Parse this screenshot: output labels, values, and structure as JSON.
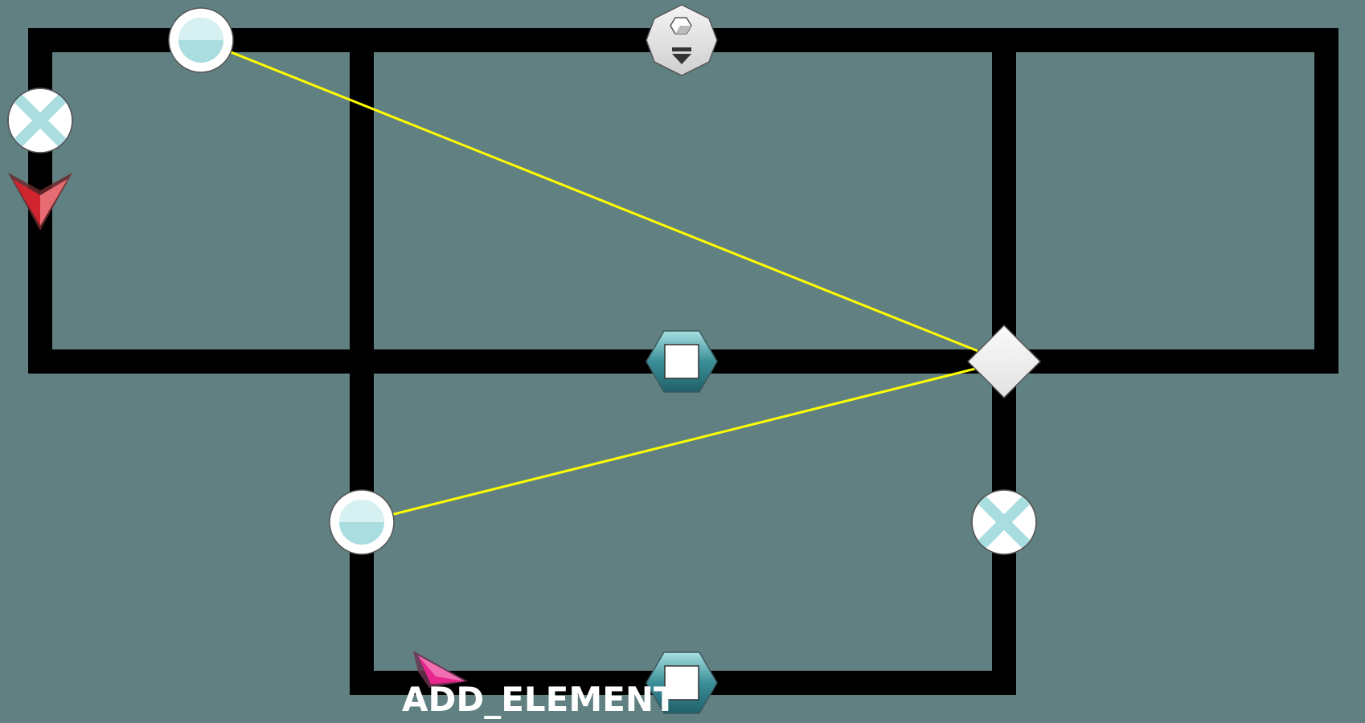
{
  "board": {
    "background_color": "#618081",
    "track_color": "#000000",
    "connection_color": "#ffff00"
  },
  "pieces": [
    {
      "name": "pearl-node",
      "kind": "circle-source"
    },
    {
      "name": "pearl-node",
      "kind": "circle-source"
    },
    {
      "name": "cross-node",
      "kind": "cross-switch"
    },
    {
      "name": "cross-node",
      "kind": "cross-switch"
    },
    {
      "name": "dispenser-node",
      "kind": "heptagon-dispenser"
    },
    {
      "name": "cube-hex-node",
      "kind": "hexagon-cube"
    },
    {
      "name": "cube-hex-node",
      "kind": "hexagon-cube"
    },
    {
      "name": "diamond-hub",
      "kind": "diamond-target"
    }
  ],
  "markers": {
    "red_marker": "#d0242f",
    "pink_cursor": "#e8268e"
  },
  "action": {
    "label": "ADD_ELEMENT"
  }
}
